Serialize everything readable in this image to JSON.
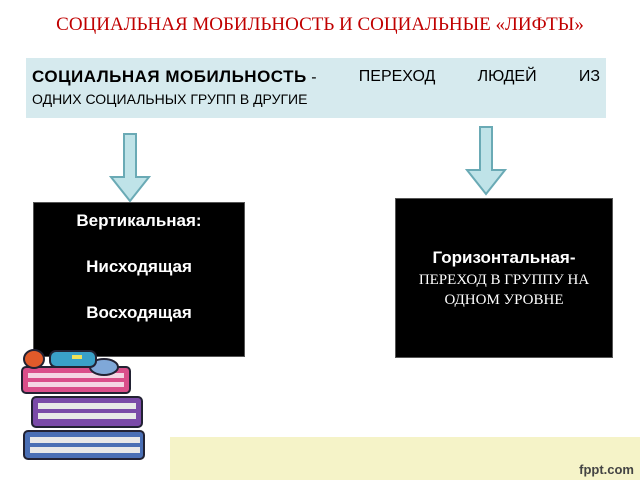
{
  "title": "СОЦИАЛЬНАЯ МОБИЛЬНОСТЬ И СОЦИАЛЬНЫЕ «ЛИФТЫ»",
  "definition": {
    "term": "СОЦИАЛЬНАЯ  МОБИЛЬНОСТЬ",
    "dash": "-",
    "line1_words": [
      "ПЕРЕХОД",
      "ЛЮДЕЙ",
      "ИЗ"
    ],
    "line2": "ОДНИХ СОЦИАЛЬНЫХ ГРУПП  В ДРУГИЕ"
  },
  "vertical": {
    "title": "Вертикальная:",
    "item1": "Нисходящая",
    "item2": "Восходящая"
  },
  "horizontal": {
    "title": "Горизонтальная-",
    "desc_line1": "ПЕРЕХОД В ГРУППУ НА",
    "desc_line2": "ОДНОМ  УРОВНЕ"
  },
  "watermark": "fppt.com",
  "colors": {
    "title": "#c00000",
    "definition_bg": "#d6eaee",
    "box_bg": "#000000",
    "arrow_fill": "#bfe3e8",
    "arrow_stroke": "#6aaab5"
  }
}
